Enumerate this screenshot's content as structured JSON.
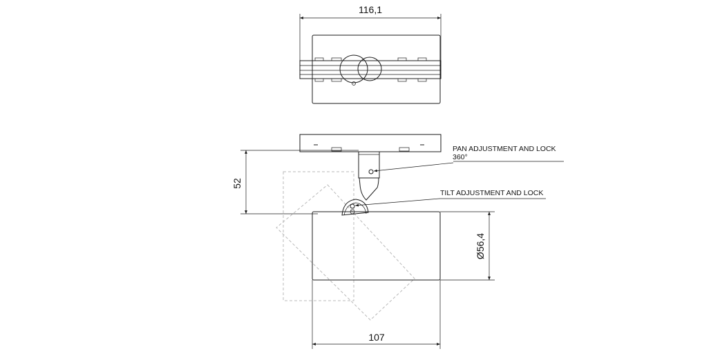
{
  "dimensions": {
    "top_width": "116,1",
    "height": "52",
    "diameter": "Ø56,4",
    "bottom_width": "107"
  },
  "annotations": {
    "pan_label": "PAN ADJUSTMENT AND LOCK",
    "pan_degrees": "360°",
    "tilt_label": "TILT ADJUSTMENT AND LOCK"
  }
}
